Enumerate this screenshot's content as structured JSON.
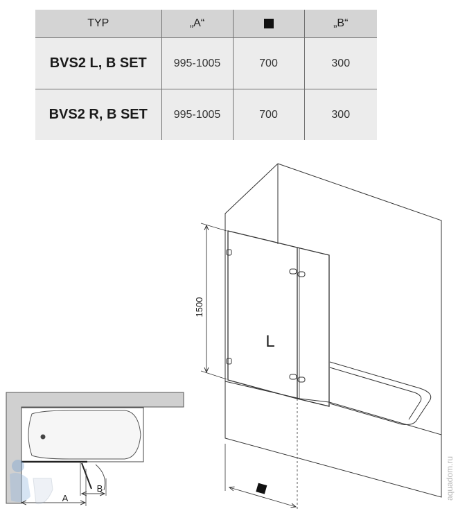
{
  "table": {
    "headers": {
      "typ": "TYP",
      "a": "„A“",
      "square_icon": "black-square-icon",
      "b": "„B“"
    },
    "rows": [
      {
        "model": "BVS2 L, B SET",
        "a": "995-1005",
        "square": "700",
        "b": "300"
      },
      {
        "model": "BVS2 R, B SET",
        "a": "995-1005",
        "square": "700",
        "b": "300"
      }
    ]
  },
  "drawing": {
    "height_label": "1500",
    "panel_label": "L",
    "plan_label_a": "A",
    "plan_label_b": "B",
    "watermark": "aquadom.ru"
  }
}
